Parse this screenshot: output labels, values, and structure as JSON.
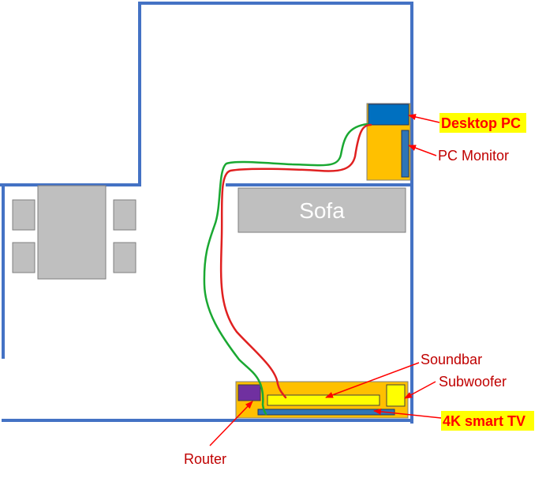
{
  "labels": {
    "sofa": "Sofa",
    "desktop_pc": "Desktop PC",
    "pc_monitor": "PC Monitor",
    "soundbar": "Soundbar",
    "subwoofer": "Subwoofer",
    "smart_tv": "4K smart TV",
    "router": "Router"
  },
  "colors": {
    "wall": "#4472c4",
    "furniture_gray": "#bfbfbf",
    "furniture_outline": "#7f7f7f",
    "desk_orange": "#ffc000",
    "pc_blue": "#0070c0",
    "soundbar_yellow": "#ffff00",
    "router_purple": "#7030a0",
    "tv_blue": "#2e75b6",
    "cable_green": "#1aa832",
    "cable_red": "#e02020",
    "label_red": "#ff0000",
    "highlight_yellow": "#ffff00"
  },
  "icons": {
    "desktop_pc": "desktop-pc-tower",
    "pc_monitor": "monitor-bar",
    "soundbar": "soundbar-bar",
    "subwoofer": "subwoofer-square",
    "smart_tv": "tv-bar",
    "router": "router-square"
  }
}
